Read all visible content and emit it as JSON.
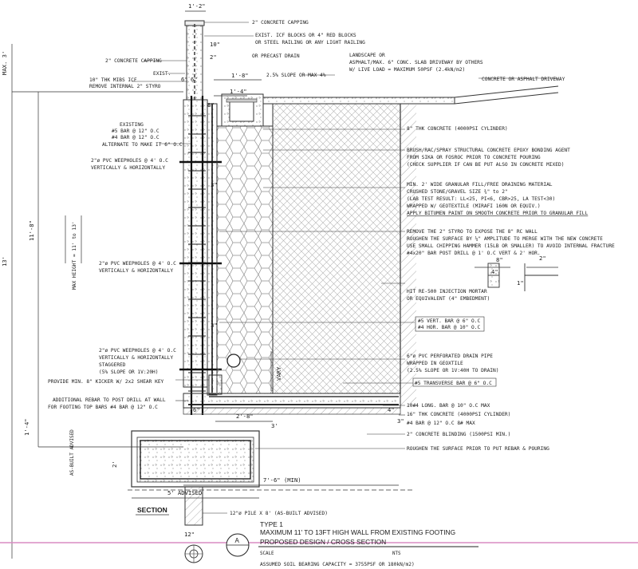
{
  "dimensions": {
    "top_width": "1'-2\"",
    "height_total": "13'",
    "height_wall": "11'-8\"",
    "height_max3": "MAX. 3'",
    "height_10": "10\"",
    "height_2": "2\"",
    "height_1_4": "1'-4\"",
    "footing_2": "2'",
    "top_1_8": "1'-8\"",
    "top_1_4": "1'-4\"",
    "conc_8": "8\"",
    "conc_3": "3\"",
    "conc_6a": "6\"",
    "conc_6b": "6\"",
    "dim_2_8": "2'-8\"",
    "dim_3": "3'",
    "dim_6_footing": "6\"",
    "dim_7_6": "7'-6\" (MIN)",
    "dim_5_advised": "5' ADVISED",
    "dim_4": "4\"",
    "dim_3b": "3\"",
    "vary": "VARY",
    "as_built": "AS-BUILT ADVISED",
    "max_height": "MAX HEIGHT = 11' to 13'",
    "dim_8_detail": "8\"",
    "dim_4_detail": "4\"",
    "dim_2_detail": "2\"",
    "dim_1_detail": "1\"",
    "dim_12_pile": "12\""
  },
  "notes": {
    "concrete_capping_top": "2\" CONCRETE CAPPING",
    "exist_icf_1": "EXIST. ICF BLOCKS OR 4\" RED BLOCKS",
    "exist_icf_2": "OR STEEL RAILING OR ANY LIGHT RAILING",
    "precast_drain": "OR PRECAST DRAIN",
    "landscape_1": "LANDSCAPE OR",
    "landscape_2": "ASPHALT/MAX. 6\" CONC. SLAB DRIVEWAY BY OTHERS",
    "landscape_3": "W/ LIVE LOAD = MAXIMUM 50PSF (2.4kN/m2)",
    "slope_25": "2.5% SLOPE OR MAX 4%",
    "concrete_driveway": "CONCRETE OR ASPHALT DRIVEWAY",
    "capping_left": "2\" CONCRETE CAPPING",
    "exist_left": "EXIST.",
    "icf_10_1": "10\" THK MIBS ICF",
    "icf_10_2": "REMOVE INTERNAL 2\" STYRO",
    "existing": "EXISTING",
    "bar5": "#5 BAR @ 12\" O.C",
    "bar4": "#4 BAR @ 12\" O.C",
    "alternate": "ALTERNATE TO MAKE IT 6\" O.C",
    "weep1_1": "2\"ø PVC WEEPHOLES @ 4' O.C",
    "weep1_2": "VERTICALLY & HORIZONTALLY",
    "weep2_1": "2\"ø PVC WEEPHOLES @ 4' O.C",
    "weep2_2": "VERTICALLY & HORIZONTALLY",
    "weep3_1": "2\"ø PVC WEEPHOLES @ 4' O.C",
    "weep3_2": "VERTICALLY & HORIZONTALLY",
    "weep3_3": "STAGGERED",
    "weep3_4": "(5% SLOPE OR 1V:20H)",
    "kicker": "PROVIDE MIN. 8\" KICKER W/ 2x2 SHEAR KEY",
    "add_rebar_1": "ADDITIONAL REBAR TO POST DRILL AT WALL",
    "add_rebar_2": "FOR FOOTING TOP BARS #4 BAR @ 12\" O.C",
    "conc_8_thk": "8\" THK CONCRETE (4000PSI CYLINDER)",
    "epoxy_1": "BRUSH/RAC/SPRAY STRUCTURAL CONCRETE EPOXY BONDING AGENT",
    "epoxy_2": "FROM SIKA OR FOSROC PRIOR TO CONCRETE POURING",
    "epoxy_3": "(CHECK SUPPLIER IF CAN BE PUT ALSO IN CONCRETE MIXED)",
    "granular_1": "MIN. 2' WIDE GRANULAR FILL/FREE DRAINING MATERIAL",
    "granular_2": "CRUSHED STONE/GRAVEL SIZE ¾\" to 2\"",
    "granular_3": "(LAB TEST RESULT: LL<25, PI<6, CBR>25, LA TEST<30)",
    "granular_4": "WRAPPED W/ GEOTEXTILE (MIRAFI 160N OR EQUIV.)",
    "granular_5": "APPLY BITUMEN PAINT ON SMOOTH CONCRETE PRIOR TO GRANULAR FILL",
    "remove_1": "REMOVE THE 2\" STYRO TO EXPOSE THE 8\" RC WALL",
    "remove_2": "ROUGHEN THE SURFACE BY ¼\" AMPLITUDE TO MERGE WITH THE NEW CONCRETE",
    "remove_3": "USE SMALL CHIPPING HAMMER (15LB OR SMALLER) TO AVOID INTERNAL FRACTURE",
    "remove_4": "#4x20\" BAR POST DRILL @ 1' O.C VERT & 2' HOR.",
    "hit_1": "HIT RE-500 INJECTION MORTAR",
    "hit_2": "OR EQUIVALENT (4\" EMBEDMENT)",
    "vert_bar": "#5 VERT. BAR @ 6\" O.C",
    "hor_bar": "#4 HOR. BAR @ 10\" O.C",
    "drain_1": "6\"ø PVC PERFORATED DRAIN PIPE",
    "drain_2": "WRAPPED IN GEOXTILE",
    "drain_3": "(2.5% SLOPE OR 1V:40H TO DRAIN)",
    "transverse": "#5 TRANSVERSE BAR @ 6\" O.C",
    "long_bar": "10#4 LONG. BAR @ 10\" O.C MAX",
    "conc_16": "16\" THK CONCRETE (4000PSI CYLINDER)",
    "bar_8_12": "#4 BAR @ 12\" O.C 8# MAX",
    "binding": "2\" CONCRETE BLINDING (1500PSI MIN.)",
    "roughen": "ROUGHEN THE SURFACE PRIOR TO PUT REBAR & POURING",
    "pile": "12\"ø PILE X 8' (AS-BUILT ADVISED)"
  },
  "title_block": {
    "section_label": "SECTION",
    "callout_letter": "A",
    "type": "TYPE 1",
    "title_1": "MAXIMUM 11' TO 13FT HIGH WALL FROM EXISTING FOOTING",
    "title_2": "PROPOSED DESIGN / CROSS SECTION",
    "scale_label": "SCALE",
    "scale_value": "NTS",
    "bearing": "ASSUMED SOIL BEARING CAPACITY = 3755PSF OR 180kN/m2)"
  }
}
